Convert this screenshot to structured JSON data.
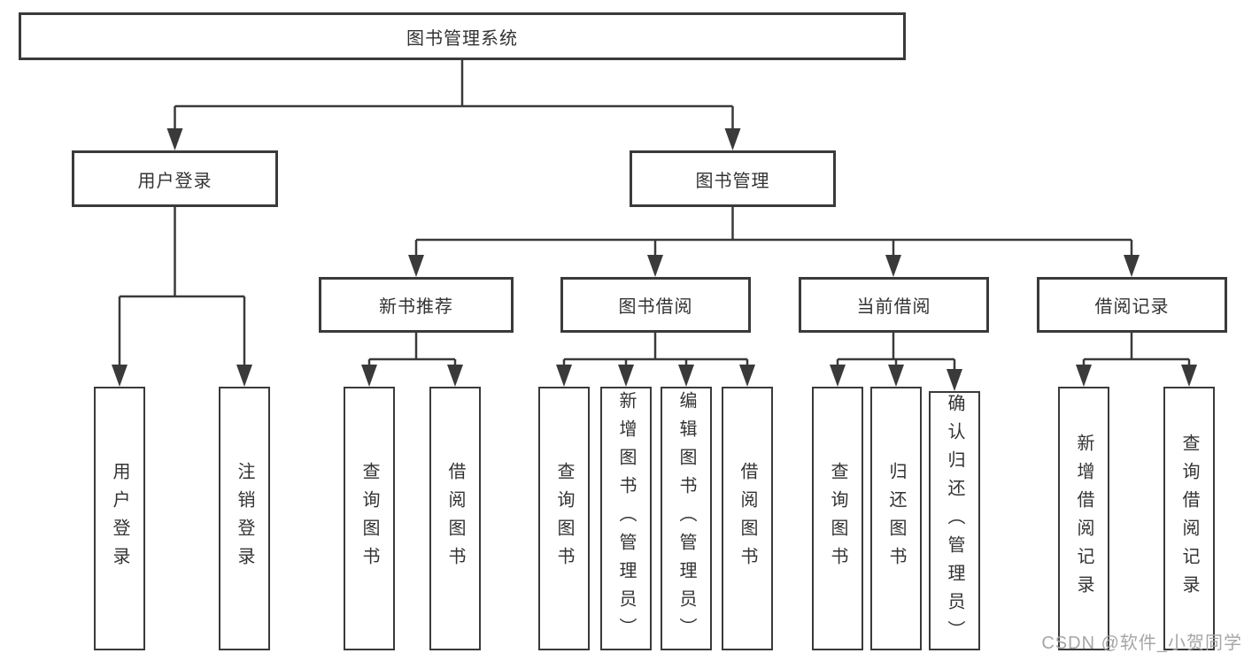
{
  "nodes": {
    "root": "图书管理系统",
    "user_login": "用户登录",
    "book_management": "图书管理",
    "new_book_recommend": "新书推荐",
    "book_borrowing": "图书借阅",
    "current_borrowing": "当前借阅",
    "borrowing_records": "借阅记录",
    "leaf_user_login": "用户登录",
    "leaf_logout": "注销登录",
    "rec_query_books": "查询图书",
    "rec_borrow_books": "借阅图书",
    "bb_query_books": "查询图书",
    "bb_add_books_admin": "新增图书（管理员）",
    "bb_edit_books_admin": "编辑图书（管理员）",
    "bb_borrow_books": "借阅图书",
    "cb_query_books": "查询图书",
    "cb_return_books": "归还图书",
    "cb_confirm_return_admin": "确认归还（管理员）",
    "br_add_record": "新增借阅记录",
    "br_query_record": "查询借阅记录"
  },
  "watermark": "CSDN @软件_小贺同学",
  "colors": {
    "line": "#3a3a3a",
    "box_border": "#3a3a3a",
    "text": "#333333",
    "watermark": "#a6a6a6",
    "background": "#ffffff"
  }
}
